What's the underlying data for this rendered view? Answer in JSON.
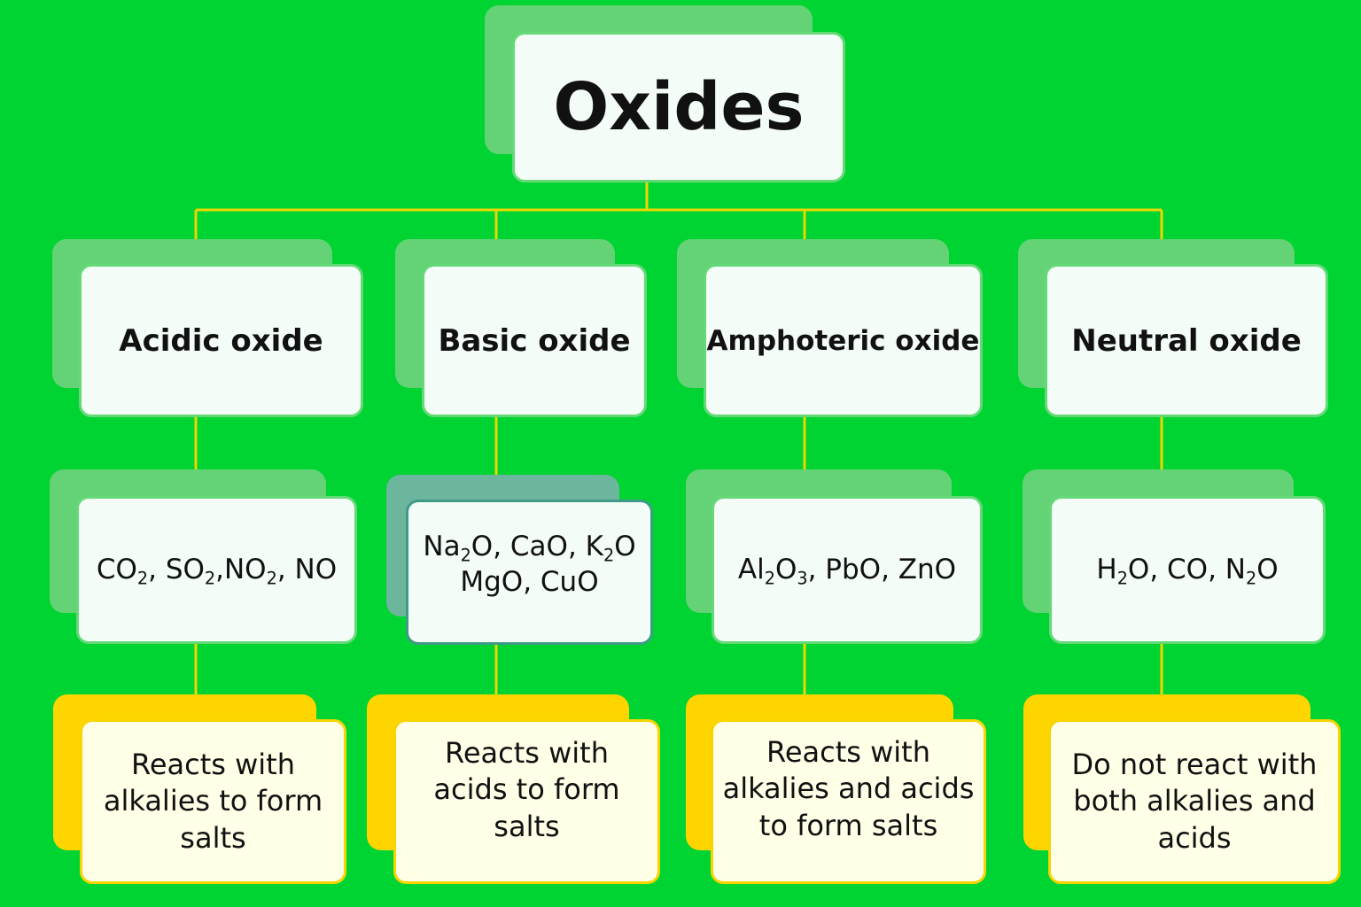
{
  "title": "Oxides",
  "colors": {
    "background": "#00d432",
    "connector": "#ecd800",
    "card_border_green": "#65d978",
    "card_border_yellow": "#f8d400"
  },
  "columns": [
    {
      "category": "Acidic oxide",
      "examples": [
        [
          {
            "t": "CO"
          },
          {
            "s": "2"
          },
          {
            "t": ", SO"
          },
          {
            "s": "2"
          },
          {
            "t": ",NO"
          },
          {
            "s": "2"
          },
          {
            "t": ", NO"
          }
        ]
      ],
      "description": "Reacts with alkalies to form salts"
    },
    {
      "category": "Basic oxide",
      "examples": [
        [
          {
            "t": "Na"
          },
          {
            "s": "2"
          },
          {
            "t": "O, CaO, K"
          },
          {
            "s": "2"
          },
          {
            "t": "O"
          }
        ],
        [
          {
            "t": "MgO, CuO"
          }
        ]
      ],
      "description": "Reacts with acids to form salts"
    },
    {
      "category": "Amphoteric oxide",
      "examples": [
        [
          {
            "t": "Al"
          },
          {
            "s": "2"
          },
          {
            "t": "O"
          },
          {
            "s": "3"
          },
          {
            "t": ", PbO, ZnO"
          }
        ]
      ],
      "description": "Reacts with alkalies and acids to form salts"
    },
    {
      "category": "Neutral oxide",
      "examples": [
        [
          {
            "t": "H"
          },
          {
            "s": "2"
          },
          {
            "t": "O, CO, N"
          },
          {
            "s": "2"
          },
          {
            "t": "O"
          }
        ]
      ],
      "description": "Do not react with both alkalies and acids"
    }
  ]
}
